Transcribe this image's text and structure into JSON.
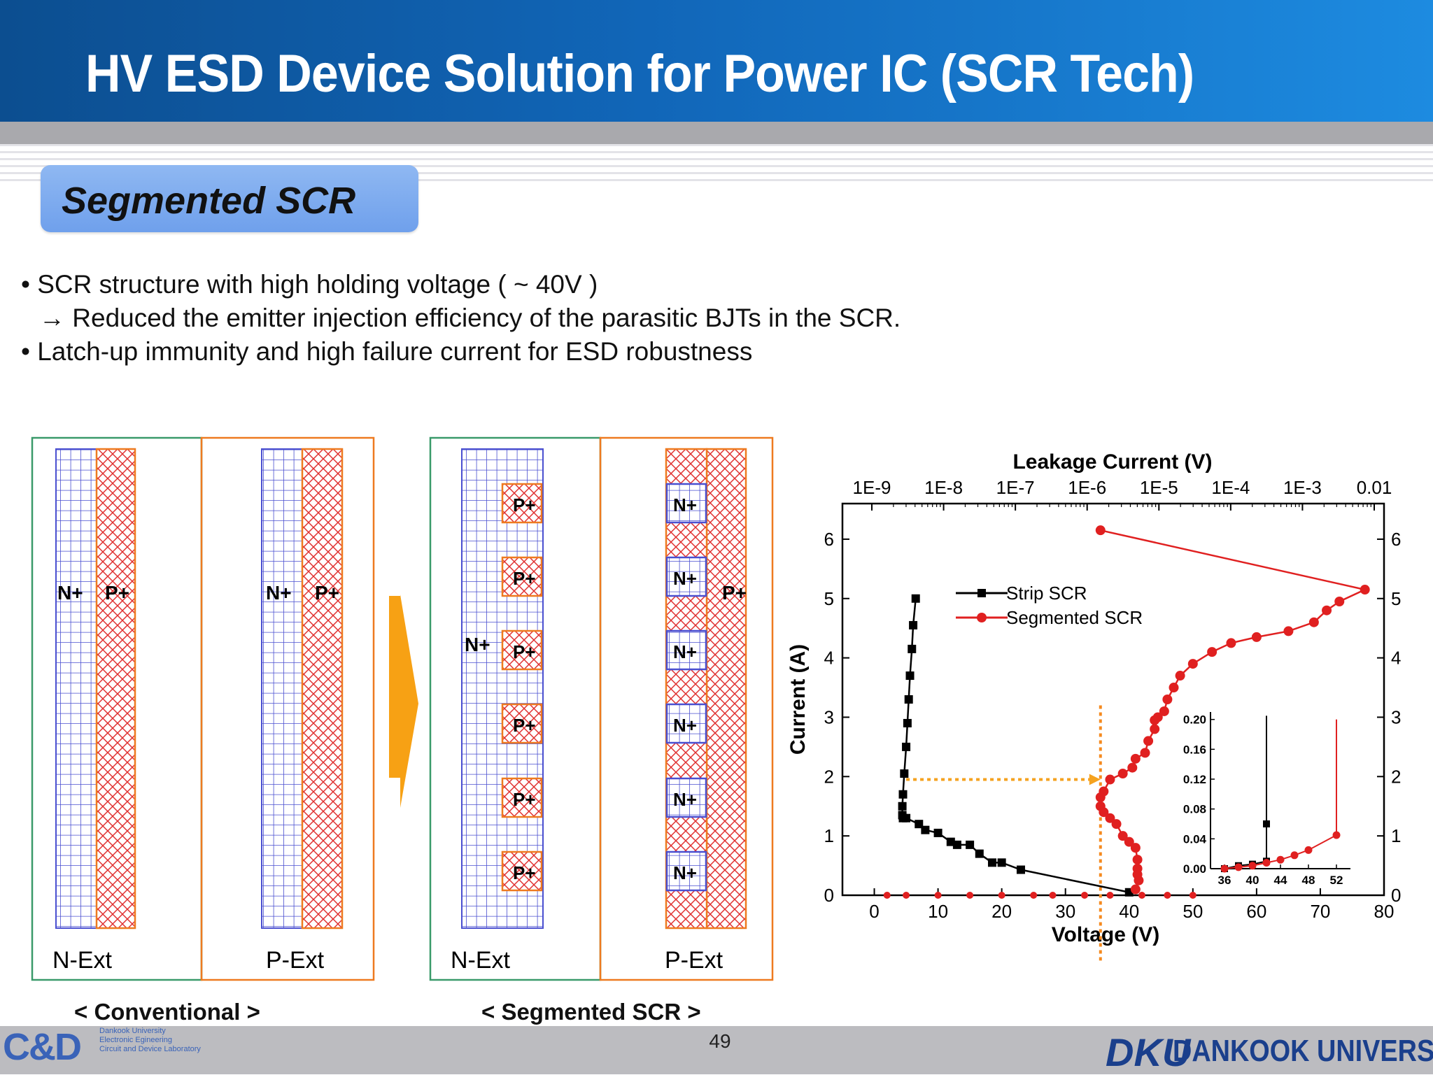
{
  "header": {
    "title": "HV ESD Device Solution for Power IC (SCR Tech)"
  },
  "section": {
    "title": "Segmented SCR"
  },
  "bullets": {
    "line1": "• SCR structure with high holding voltage ( ~ 40V )",
    "line2": "→ Reduced the emitter injection efficiency of the parasitic BJTs in the SCR.",
    "line3": "•  Latch-up immunity and high failure current for ESD robustness"
  },
  "diagrams": {
    "conventional_caption": "< Conventional >",
    "segmented_caption": "< Segmented SCR >",
    "n_ext": "N-Ext",
    "p_ext": "P-Ext",
    "n_plus": "N+",
    "p_plus": "P+"
  },
  "chart_data": {
    "type": "scatter",
    "top_axis_title": "Leakage Current (V)",
    "top_ticks": [
      "1E-9",
      "1E-8",
      "1E-7",
      "1E-6",
      "1E-5",
      "1E-4",
      "1E-3",
      "0.01"
    ],
    "xlabel": "Voltage (V)",
    "ylabel": "Current (A)",
    "xlim": [
      -5,
      80
    ],
    "ylim": [
      0,
      6.6
    ],
    "xticks": [
      0,
      10,
      20,
      30,
      40,
      50,
      60,
      70,
      80
    ],
    "yticks": [
      0,
      1,
      2,
      3,
      4,
      5,
      6
    ],
    "legend_position": "upper-left",
    "series": [
      {
        "name": "Strip SCR",
        "color": "#000000",
        "marker": "square",
        "x": [
          6.5,
          6.1,
          5.9,
          5.6,
          5.4,
          5.2,
          5.0,
          4.7,
          4.5,
          4.4,
          4.4,
          4.5,
          5.0,
          7.0,
          8.0,
          10.0,
          12.0,
          13.0,
          15.0,
          16.5,
          18.5,
          20.0,
          23.0,
          40.0
        ],
        "y": [
          5.0,
          4.55,
          4.15,
          3.7,
          3.3,
          2.9,
          2.5,
          2.05,
          1.7,
          1.5,
          1.35,
          1.3,
          1.3,
          1.2,
          1.1,
          1.05,
          0.9,
          0.85,
          0.85,
          0.7,
          0.55,
          0.55,
          0.43,
          0.05
        ]
      },
      {
        "name": "Segmented SCR",
        "color": "#e02020",
        "marker": "circle",
        "x": [
          35.5,
          77.0,
          73.0,
          71.0,
          69.0,
          65.0,
          60.0,
          56.0,
          53.0,
          50.0,
          48.0,
          47.0,
          46.0,
          45.5,
          44.5,
          44.0,
          44.0,
          43.0,
          42.5,
          41.0,
          40.5,
          39.0,
          37.0,
          36.0,
          35.5,
          35.5,
          36.0,
          37.0,
          38.0,
          39.0,
          40.0,
          41.0,
          41.3,
          41.3,
          41.3,
          41.5,
          41.0
        ],
        "y": [
          6.15,
          5.15,
          4.95,
          4.8,
          4.6,
          4.45,
          4.35,
          4.25,
          4.1,
          3.9,
          3.7,
          3.5,
          3.3,
          3.1,
          3.0,
          2.95,
          2.8,
          2.6,
          2.4,
          2.3,
          2.15,
          2.05,
          1.95,
          1.75,
          1.65,
          1.5,
          1.4,
          1.3,
          1.2,
          1.0,
          0.9,
          0.8,
          0.6,
          0.45,
          0.35,
          0.25,
          0.1
        ]
      }
    ],
    "baseline_points": {
      "x": [
        2,
        5,
        10,
        15,
        20,
        25,
        28,
        33,
        37,
        42,
        46,
        50
      ],
      "y": [
        0,
        0,
        0,
        0,
        0,
        0,
        0,
        0,
        0,
        0,
        0,
        0
      ]
    },
    "annotation": {
      "vline_x": 35.5,
      "arrow_from_x": 5.0,
      "arrow_y": 1.95
    },
    "inset": {
      "xticks": [
        36,
        40,
        44,
        48,
        52
      ],
      "yticks": [
        "0.00",
        "0.04",
        "0.08",
        "0.12",
        "0.16",
        "0.20"
      ],
      "strip_x": [
        36,
        38,
        40,
        42,
        42,
        42,
        42
      ],
      "strip_y": [
        0,
        0.004,
        0.006,
        0.01,
        0.06,
        0.12,
        0.205
      ],
      "seg_x": [
        36,
        38,
        40,
        42,
        44,
        46,
        48,
        52,
        52
      ],
      "seg_y": [
        0,
        0.002,
        0.004,
        0.008,
        0.012,
        0.018,
        0.025,
        0.045,
        0.2
      ]
    }
  },
  "footer": {
    "page_number": "49",
    "lab_logo": "C&D",
    "lab_sub": "Dankook University\nElectronic Egineering\nCircuit and Device Laboratory",
    "univ_emblem": "DKU",
    "univ_name": "DANKOOK UNIVERSITY"
  }
}
